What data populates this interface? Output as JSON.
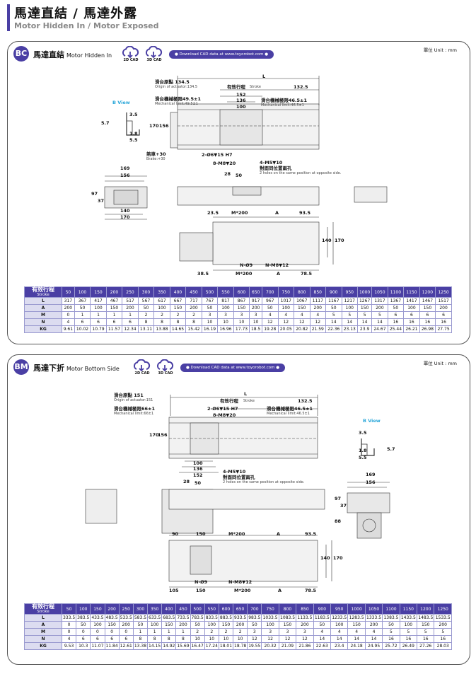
{
  "header": {
    "title": "馬達直結 / 馬達外露",
    "subtitle": "Motor Hidden In / Motor Exposed"
  },
  "panels": [
    {
      "code": "BC",
      "title_zh": "馬達直結",
      "title_en": "Motor Hidden In",
      "cad2d": "2D CAD",
      "cad3d": "3D CAD",
      "download": "● Download CAD data at www.toyorobot.com ●",
      "unit": "單位 Unit : mm",
      "labels": {
        "L": "L",
        "origin_zh": "滑台原點 134.5",
        "origin_en": "Origin of actuator:134.5",
        "stroke_zh": "有效行程",
        "stroke_en": "Stroke",
        "d1325": "132.5",
        "d152": "152",
        "d136": "136",
        "d100": "100",
        "mech_l_zh": "滑台機械極限49.5±1",
        "mech_l_en": "Mechanical limit:49.5±1",
        "mech_r_zh": "滑台機械極限46.5±1",
        "mech_r_en": "Mechanical limit:46.5±1",
        "bview": "B View",
        "d35": "3.5",
        "d57": "5.7",
        "d18": "1.8",
        "d55": "5.5",
        "d170": "170",
        "d156": "156",
        "brake_zh": "煞車+30",
        "brake_en": "Brake:+30",
        "dowel": "2-Ø6▼15 H7",
        "m8": "8-M8▼20",
        "m5": "4-M5▼10",
        "same_zh": "對面同位置兩孔",
        "same_en": "2 holes on the same position at opposite side.",
        "d28": "28",
        "d50": "50",
        "e169": "169",
        "e156": "156",
        "e97": "97",
        "e37": "37",
        "e140": "140",
        "e170": "170",
        "t235": "23.5",
        "tM200": "M*200",
        "tA": "A",
        "t935": "93.5",
        "t140": "140",
        "t170": "170",
        "n9": "N-Ø9",
        "nm8": "N-M8▼12",
        "b385": "38.5",
        "bM200": "M*200",
        "bA": "A",
        "b785": "78.5"
      },
      "table": {
        "head_zh": "有效行程",
        "head_en": "Stroke",
        "strokes": [
          "50",
          "100",
          "150",
          "200",
          "250",
          "300",
          "350",
          "400",
          "450",
          "500",
          "550",
          "600",
          "650",
          "700",
          "750",
          "800",
          "850",
          "900",
          "950",
          "1000",
          "1050",
          "1100",
          "1150",
          "1200",
          "1250"
        ],
        "rows": [
          {
            "label": "L",
            "values": [
              "317",
              "367",
              "417",
              "467",
              "517",
              "567",
              "617",
              "667",
              "717",
              "767",
              "817",
              "867",
              "917",
              "967",
              "1017",
              "1067",
              "1117",
              "1167",
              "1217",
              "1267",
              "1317",
              "1367",
              "1417",
              "1467",
              "1517"
            ]
          },
          {
            "label": "A",
            "values": [
              "200",
              "50",
              "100",
              "150",
              "200",
              "50",
              "100",
              "150",
              "200",
              "50",
              "100",
              "150",
              "200",
              "50",
              "100",
              "150",
              "200",
              "50",
              "100",
              "150",
              "200",
              "50",
              "100",
              "150",
              "200"
            ]
          },
          {
            "label": "M",
            "values": [
              "0",
              "1",
              "1",
              "1",
              "1",
              "2",
              "2",
              "2",
              "2",
              "3",
              "3",
              "3",
              "3",
              "4",
              "4",
              "4",
              "4",
              "5",
              "5",
              "5",
              "5",
              "6",
              "6",
              "6",
              "6"
            ]
          },
          {
            "label": "N",
            "values": [
              "4",
              "6",
              "6",
              "6",
              "6",
              "8",
              "8",
              "8",
              "8",
              "10",
              "10",
              "10",
              "10",
              "12",
              "12",
              "12",
              "12",
              "14",
              "14",
              "14",
              "14",
              "16",
              "16",
              "16",
              "16"
            ]
          },
          {
            "label": "KG",
            "values": [
              "9.61",
              "10.02",
              "10.79",
              "11.57",
              "12.34",
              "13.11",
              "13.88",
              "14.65",
              "15.42",
              "16.19",
              "16.96",
              "17.73",
              "18.5",
              "19.28",
              "20.05",
              "20.82",
              "21.59",
              "22.36",
              "23.13",
              "23.9",
              "24.67",
              "25.44",
              "26.21",
              "26.98",
              "27.75"
            ]
          }
        ]
      }
    },
    {
      "code": "BM",
      "title_zh": "馬達下折",
      "title_en": "Motor Bottom Side",
      "cad2d": "2D CAD",
      "cad3d": "3D CAD",
      "download": "● Download CAD data at www.toyorobot.com ●",
      "unit": "單位 Unit : mm",
      "labels": {
        "L": "L",
        "origin_zh": "滑台原點 151",
        "origin_en": "Origin of actuator:151",
        "stroke_zh": "有效行程",
        "stroke_en": "Stroke",
        "d1325": "132.5",
        "mech_l_zh": "滑台機械極限66±1",
        "mech_l_en": "Mechanical limit:66±1",
        "mech_r_zh": "滑台機械極限46.5±1",
        "mech_r_en": "Mechanical limit:46.5±1",
        "dowel": "2-Ø6▼15 H7",
        "m8": "8-M8▼20",
        "d170": "170",
        "d156": "156",
        "d100": "100",
        "d136": "136",
        "d152": "152",
        "m5": "4-M5▼10",
        "same_zh": "對面同位置兩孔",
        "same_en": "2 holes on the same position at opposite side.",
        "d28": "28",
        "d50": "50",
        "bview": "B View",
        "d35": "3.5",
        "d18": "1.8",
        "d57": "5.7",
        "d55": "5.5",
        "e169": "169",
        "e156": "156",
        "e97": "97",
        "e37": "37",
        "e88": "88",
        "t90": "90",
        "t150": "150",
        "tM200": "M*200",
        "tA": "A",
        "t935": "93.5",
        "t140": "140",
        "t170": "170",
        "n9": "N-Ø9",
        "nm8": "N-M8▼12",
        "b105": "105",
        "b150": "150",
        "bM200": "M*200",
        "bA": "A",
        "b785": "78.5"
      },
      "table": {
        "head_zh": "有效行程",
        "head_en": "Stroke",
        "strokes": [
          "50",
          "100",
          "150",
          "200",
          "250",
          "300",
          "350",
          "400",
          "450",
          "500",
          "550",
          "600",
          "650",
          "700",
          "750",
          "800",
          "850",
          "900",
          "950",
          "1000",
          "1050",
          "1100",
          "1150",
          "1200",
          "1250"
        ],
        "rows": [
          {
            "label": "L",
            "values": [
              "333.5",
              "383.5",
              "433.5",
              "483.5",
              "533.5",
              "583.5",
              "633.5",
              "683.5",
              "733.5",
              "783.5",
              "833.5",
              "883.5",
              "933.5",
              "983.5",
              "1033.5",
              "1083.5",
              "1133.5",
              "1183.5",
              "1233.5",
              "1283.5",
              "1333.5",
              "1383.5",
              "1433.5",
              "1483.5",
              "1533.5"
            ]
          },
          {
            "label": "A",
            "values": [
              "0",
              "50",
              "100",
              "150",
              "200",
              "50",
              "100",
              "150",
              "200",
              "50",
              "100",
              "150",
              "200",
              "50",
              "100",
              "150",
              "200",
              "50",
              "100",
              "150",
              "200",
              "50",
              "100",
              "150",
              "200"
            ]
          },
          {
            "label": "M",
            "values": [
              "0",
              "0",
              "0",
              "0",
              "0",
              "1",
              "1",
              "1",
              "1",
              "2",
              "2",
              "2",
              "2",
              "3",
              "3",
              "3",
              "3",
              "4",
              "4",
              "4",
              "4",
              "5",
              "5",
              "5",
              "5"
            ]
          },
          {
            "label": "N",
            "values": [
              "4",
              "6",
              "6",
              "6",
              "6",
              "8",
              "8",
              "8",
              "8",
              "10",
              "10",
              "10",
              "10",
              "12",
              "12",
              "12",
              "12",
              "14",
              "14",
              "14",
              "14",
              "16",
              "16",
              "16",
              "16"
            ]
          },
          {
            "label": "KG",
            "values": [
              "9.53",
              "10.3",
              "11.07",
              "11.84",
              "12.61",
              "13.38",
              "14.15",
              "14.92",
              "15.69",
              "16.47",
              "17.24",
              "18.01",
              "18.78",
              "19.55",
              "20.32",
              "21.09",
              "21.86",
              "22.63",
              "23.4",
              "24.18",
              "24.95",
              "25.72",
              "26.49",
              "27.26",
              "28.03"
            ]
          }
        ]
      }
    }
  ]
}
